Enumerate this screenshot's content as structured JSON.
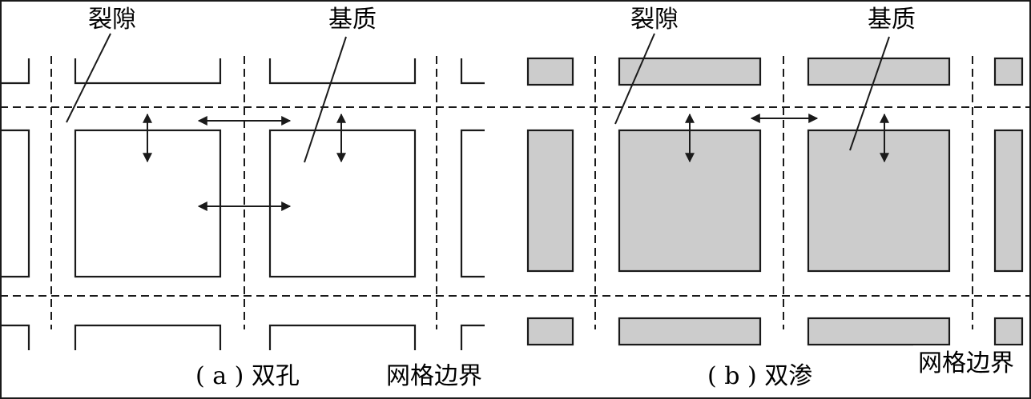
{
  "colors": {
    "stroke": "#1a1a1a",
    "matrix_fill_b": "#cccccc",
    "background": "#ffffff"
  },
  "panel_a": {
    "fracture_label": "裂隙",
    "matrix_label": "基质",
    "caption": "( a ) 双孔",
    "boundary_label": "网格边界"
  },
  "panel_b": {
    "fracture_label": "裂隙",
    "matrix_label": "基质",
    "caption": "( b ) 双渗",
    "boundary_label": "网格边界"
  }
}
